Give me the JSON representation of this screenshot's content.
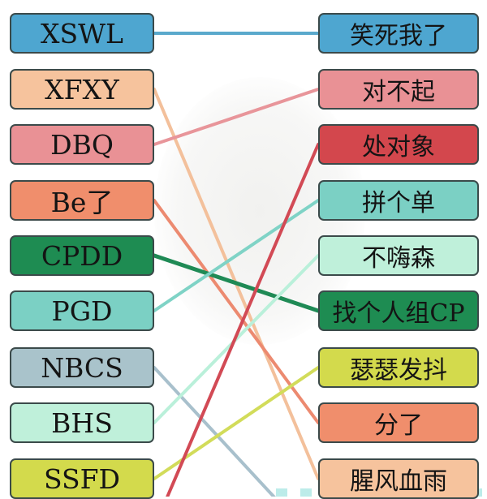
{
  "left_items": [
    {
      "label": "XSWL",
      "color": "#4ea6d0"
    },
    {
      "label": "XFXY",
      "color": "#f6c39d"
    },
    {
      "label": "DBQ",
      "color": "#e99195"
    },
    {
      "label": "Be了",
      "color": "#f08e6c"
    },
    {
      "label": "CPDD",
      "color": "#1e8c52"
    },
    {
      "label": "PGD",
      "color": "#7bd0c4"
    },
    {
      "label": "NBCS",
      "color": "#a9c3cb"
    },
    {
      "label": "BHS",
      "color": "#bff0da"
    },
    {
      "label": "SSFD",
      "color": "#d3da4c"
    }
  ],
  "right_items": [
    {
      "label": "笑死我了",
      "color": "#4ea6d0"
    },
    {
      "label": "对不起",
      "color": "#e99195"
    },
    {
      "label": "处对象",
      "color": "#d3474d"
    },
    {
      "label": "拼个单",
      "color": "#7bd0c4"
    },
    {
      "label": "不嗨森",
      "color": "#bff0da"
    },
    {
      "label": "找个人组CP",
      "color": "#1e8c52"
    },
    {
      "label": "瑟瑟发抖",
      "color": "#d3da4c"
    },
    {
      "label": "分了",
      "color": "#f08e6c"
    },
    {
      "label": "腥风血雨",
      "color": "#f6c39d"
    }
  ],
  "connections": [
    {
      "from": 0,
      "to": 0,
      "color": "#5aa9cc"
    },
    {
      "from": 1,
      "to": 8,
      "color": "#f3c09b"
    },
    {
      "from": 2,
      "to": 1,
      "color": "#e8959a"
    },
    {
      "from": 3,
      "to": 7,
      "color": "#ec8a70"
    },
    {
      "from": 4,
      "to": 5,
      "color": "#1f8a55"
    },
    {
      "from": 5,
      "to": 3,
      "color": "#7fd3c6"
    },
    {
      "from": 6,
      "to": "offscreen",
      "color": "#a8c0cc"
    },
    {
      "from": 7,
      "to": 4,
      "color": "#baf0da"
    },
    {
      "from": 8,
      "to": 6,
      "color": "#d2dc5a"
    },
    {
      "from": "offscreen",
      "to": 2,
      "color": "#d24a55"
    }
  ]
}
